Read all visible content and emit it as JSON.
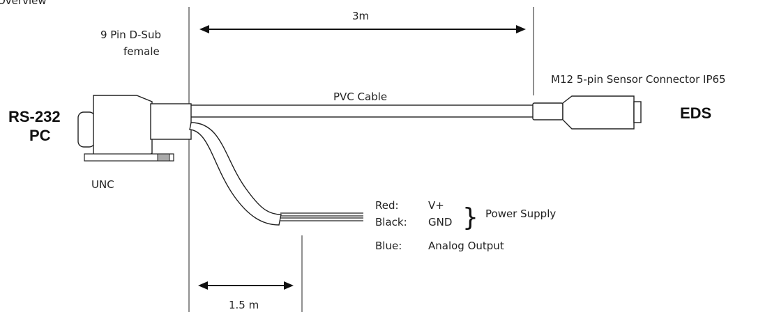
{
  "diagram": {
    "page_label": "Overview",
    "length_top": "3m",
    "dsub_line1": "9 Pin D-Sub",
    "dsub_line2": "female",
    "m12_label": "M12 5-pin Sensor Connector IP65",
    "cable_label": "PVC Cable",
    "rs232_line1": "RS-232",
    "rs232_line2": "PC",
    "eds_label": "EDS",
    "unc_label": "UNC",
    "wires": [
      {
        "color": "Red:",
        "signal": "V+"
      },
      {
        "color": "Black:",
        "signal": "GND"
      },
      {
        "color": "Blue:",
        "signal": "Analog Output"
      }
    ],
    "brace_glyph": "}",
    "power_supply_label": "Power Supply",
    "length_bottom": "1.5 m"
  }
}
